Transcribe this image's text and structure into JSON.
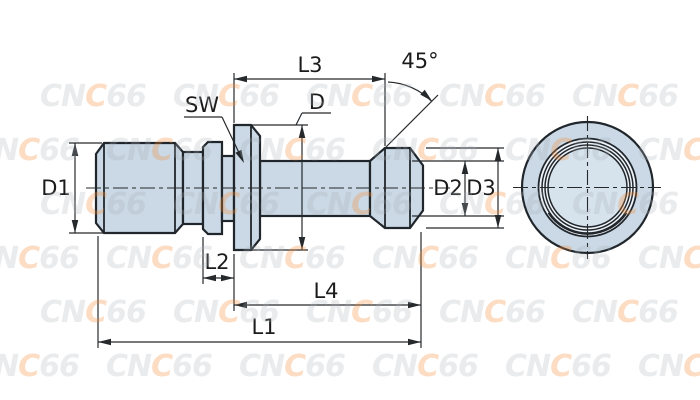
{
  "drawing": {
    "type": "pull-stud-retention-knob-technical-drawing",
    "dimensions": {
      "d1": "D1",
      "sw": "SW",
      "d": "D",
      "l3": "L3",
      "angle": "45°",
      "d2": "D2",
      "d3": "D3",
      "l2": "L2",
      "l4": "L4",
      "l1": "L1"
    }
  },
  "watermark": {
    "text": "CNC66",
    "segments": [
      {
        "t": "CN",
        "c": "gray"
      },
      {
        "t": "C",
        "c": "orange"
      },
      {
        "t": "66",
        "c": "gray"
      }
    ]
  },
  "colors": {
    "part_fill": "#cad9e5",
    "part_inner": "#d6e2ec",
    "ring_bg": "#edf3f8",
    "line": "#20262b",
    "dim_line": "#26292c",
    "label": "#1b1b1b",
    "watermark_gray": "rgba(168,174,182,0.25)",
    "watermark_orange": "rgba(244,140,52,0.30)"
  }
}
